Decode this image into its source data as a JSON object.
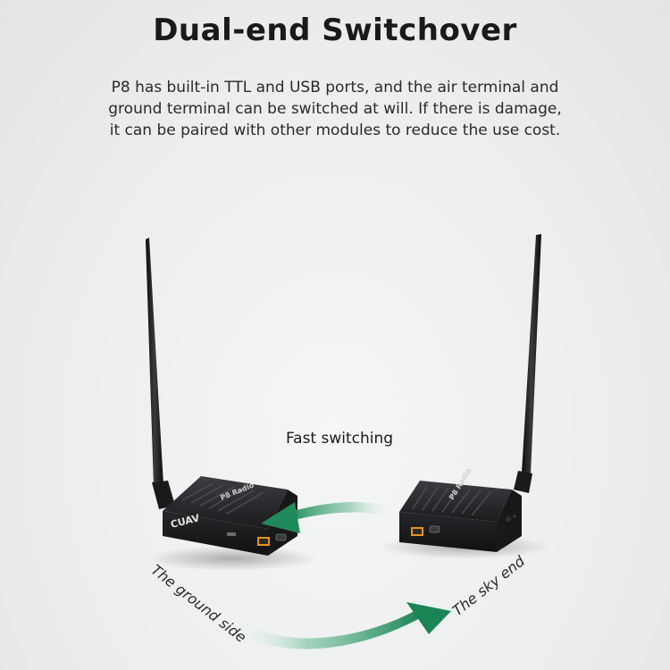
{
  "heading": "Dual-end Switchover",
  "description": {
    "line1": "P8 has built-in TTL and USB ports, and the air terminal and",
    "line2": "ground terminal can be switched at will. If there is damage,",
    "line3": "it can be paired with other modules to reduce the use cost."
  },
  "labels": {
    "fast_switching": "Fast switching",
    "ground_side": "The ground side",
    "sky_end": "The sky end"
  },
  "left_device": {
    "brand": "CUAV",
    "model": "P8 Radio"
  },
  "right_device": {
    "model": "P8 Radio"
  },
  "colors": {
    "arrow_green": "#1f8a5a",
    "device_body": "#1b1c1e",
    "port_orange": "#e8911f",
    "text_dark": "#1a1a1a"
  },
  "icons": [
    "left-antenna",
    "right-antenna",
    "upper-switch-arrow",
    "lower-switch-arrow"
  ]
}
